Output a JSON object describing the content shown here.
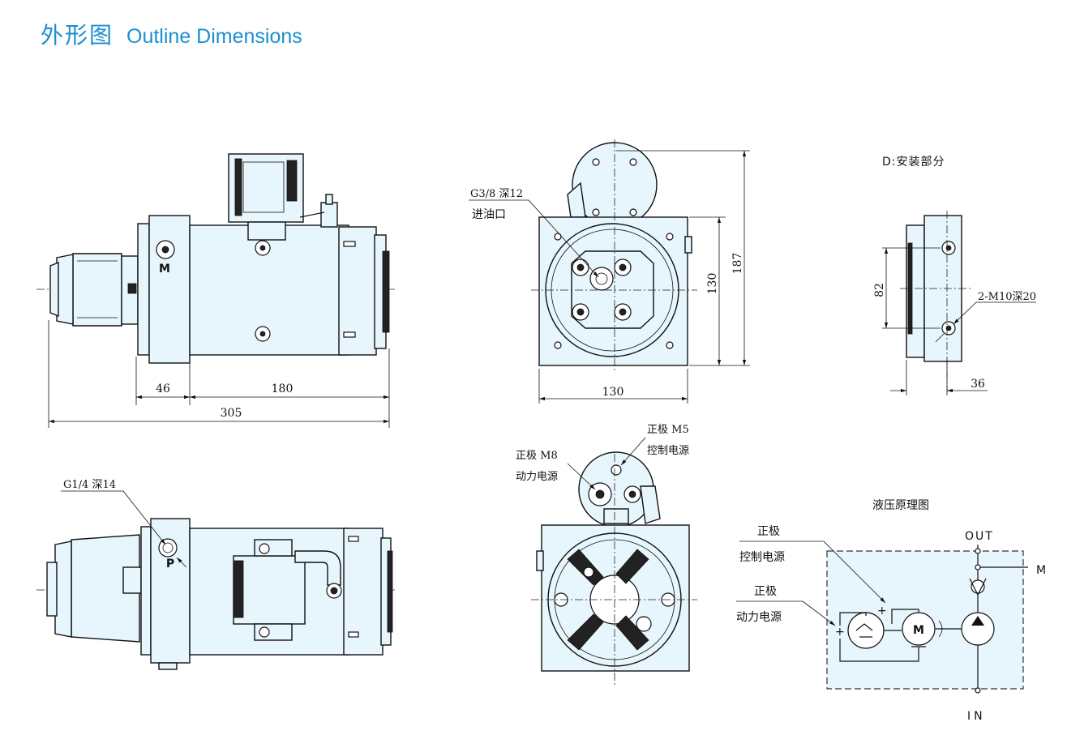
{
  "title": {
    "cn": "外形图",
    "en": "Outline Dimensions"
  },
  "side_view": {
    "dims": [
      "46",
      "180",
      "305"
    ],
    "motor_mark": "M"
  },
  "end_view": {
    "port_label": "G3/8 深12",
    "port_name": "进油口",
    "dims": [
      "130",
      "130",
      "187"
    ]
  },
  "mount_view": {
    "title": "D:安装部分",
    "hole_label": "2-M10深20",
    "dims": [
      "82",
      "36"
    ]
  },
  "top_view": {
    "port_label": "G1/4 深14",
    "port_mark": "P"
  },
  "rear_view": {
    "power_terminal": [
      "正极 M8",
      "动力电源"
    ],
    "control_terminal": [
      "正极 M5",
      "控制电源"
    ]
  },
  "hydraulic": {
    "title": "液压原理图",
    "control_label": [
      "正极",
      "控制电源"
    ],
    "power_label": [
      "正极",
      "动力电源"
    ],
    "motor": "M",
    "out": "OUT",
    "in": "IN",
    "m_port": "M",
    "plus": "+"
  }
}
